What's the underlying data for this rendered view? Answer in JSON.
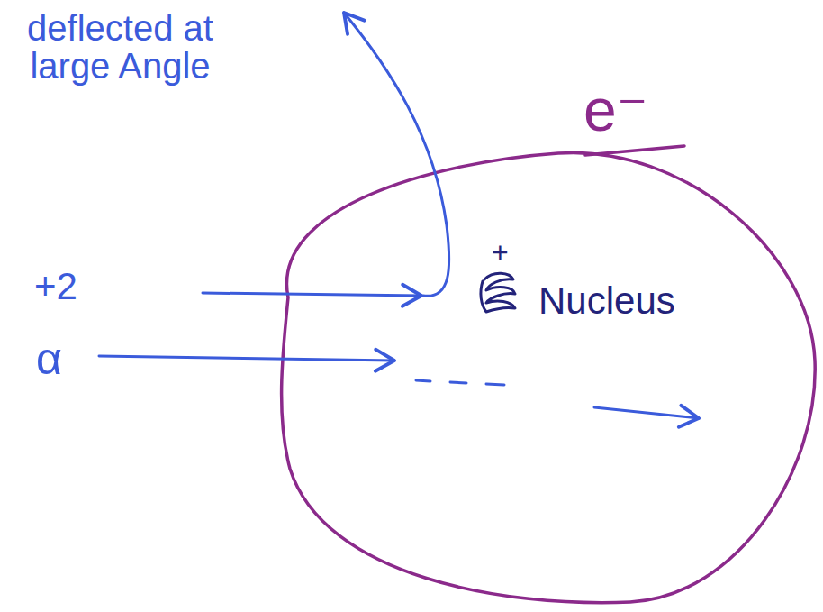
{
  "diagram": {
    "labels": [
      "deflected at large Angle",
      "e⁻",
      "+2",
      "α",
      "+",
      "Nucleus"
    ]
  }
}
